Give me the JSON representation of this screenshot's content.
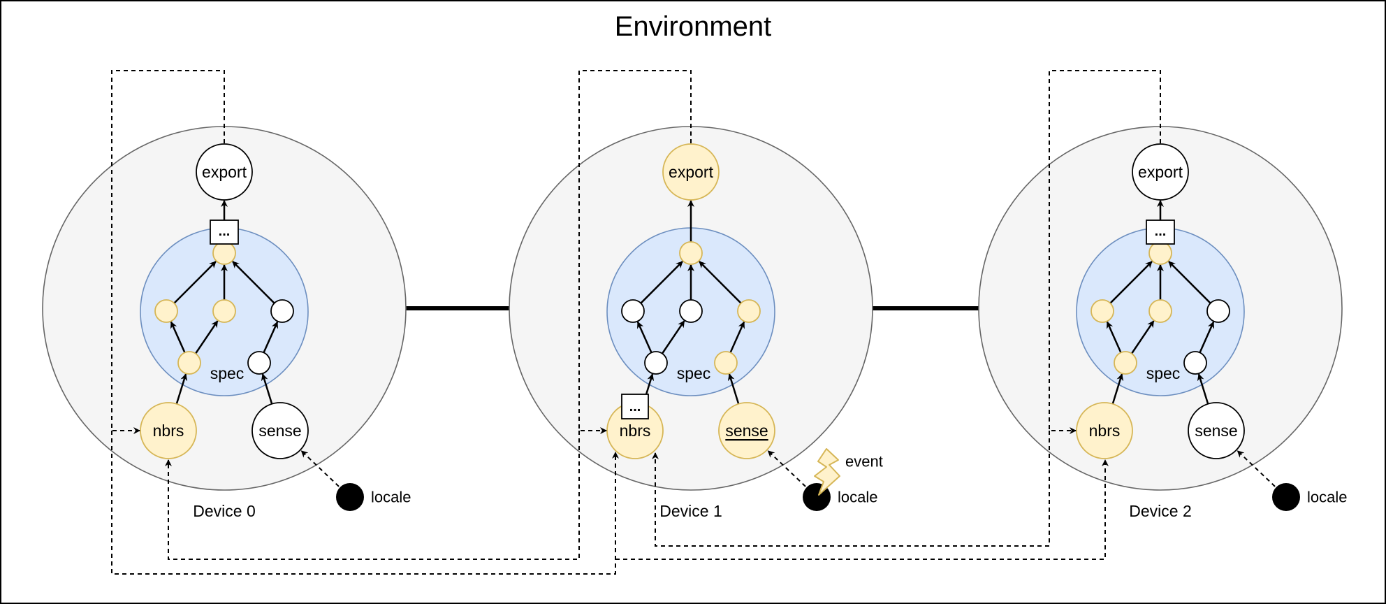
{
  "title": "Environment",
  "devices": [
    {
      "name": "Device 0",
      "spec_label": "spec",
      "export_label": "export",
      "nbrs_label": "nbrs",
      "sense_label": "sense",
      "locale_label": "locale"
    },
    {
      "name": "Device 1",
      "spec_label": "spec",
      "export_label": "export",
      "nbrs_label": "nbrs",
      "sense_label": "sense",
      "locale_label": "locale",
      "event_label": "event"
    },
    {
      "name": "Device 2",
      "spec_label": "spec",
      "export_label": "export",
      "nbrs_label": "nbrs",
      "sense_label": "sense",
      "locale_label": "locale"
    }
  ],
  "ellipsis_label": "...",
  "colors": {
    "device_fill": "#f5f5f5",
    "device_stroke": "#666666",
    "spec_fill": "#dae8fc",
    "spec_stroke": "#6c8ebf",
    "active_fill": "#fff2cc",
    "active_stroke": "#d6b656",
    "inactive_fill": "#ffffff",
    "inactive_stroke": "#000000"
  }
}
